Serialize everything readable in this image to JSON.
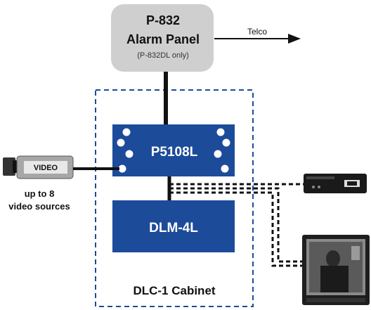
{
  "alarm_panel": {
    "model": "P-832",
    "name": "Alarm Panel",
    "note": "(P-832DL only)"
  },
  "telco_label": "Telco",
  "p5108l_label": "P5108L",
  "dlm4l_label": "DLM-4L",
  "cabinet_label": "DLC-1 Cabinet",
  "camera_label": "VIDEO",
  "video_sources": {
    "line1": "up to 8",
    "line2": "video sources"
  },
  "colors": {
    "panel_fill": "#cfcfcf",
    "module_fill": "#1c4b9a",
    "cabinet_border": "#1c4b9a",
    "line": "#111111",
    "text": "#111111"
  }
}
